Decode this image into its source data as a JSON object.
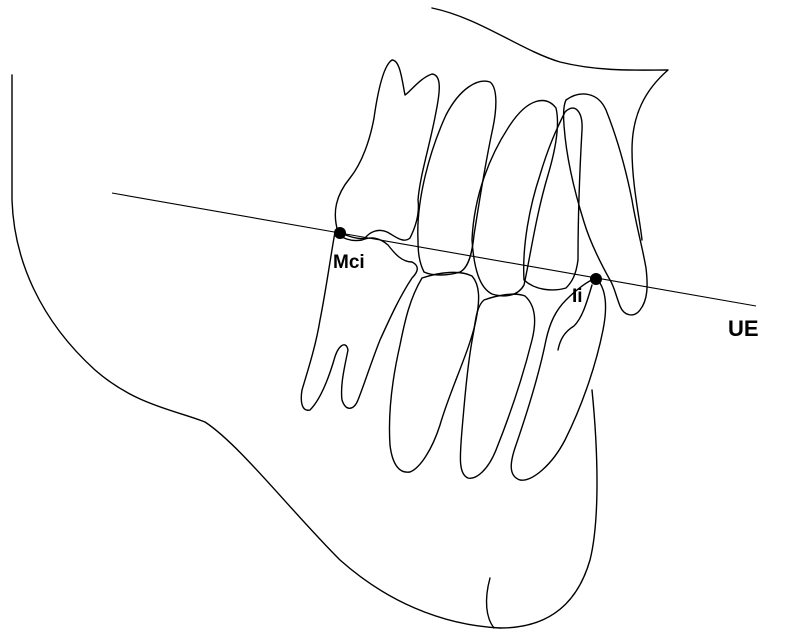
{
  "diagram": {
    "points": [
      {
        "id": "mci",
        "label": "Mci"
      },
      {
        "id": "ii",
        "label": "Ii"
      }
    ],
    "reference_line": {
      "label": "UE"
    }
  },
  "colors": {
    "ink": "#000000",
    "background": "#ffffff"
  }
}
